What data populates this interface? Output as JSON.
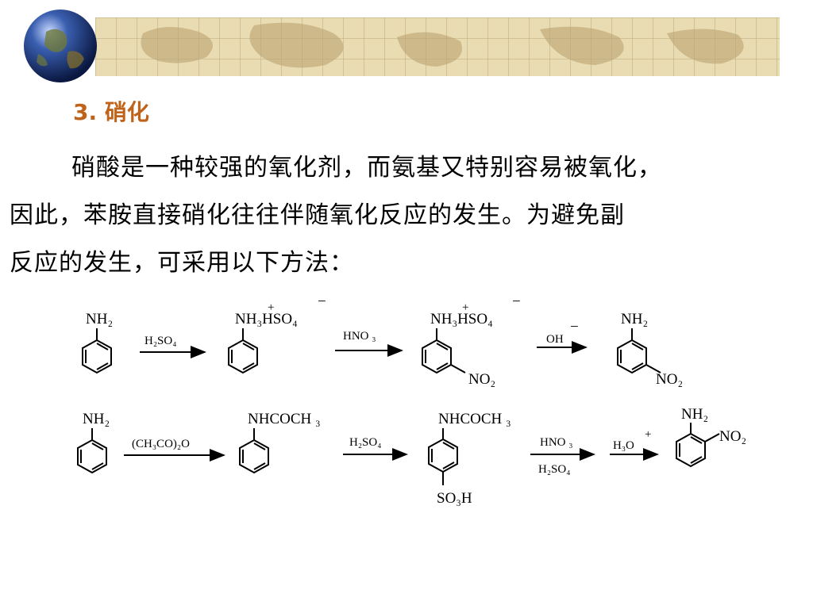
{
  "section": {
    "heading": "3. 硝化"
  },
  "paragraph": {
    "line1": "硝酸是一种较强的氧化剂，而氨基又特别容易被氧化，",
    "line2": "因此，苯胺直接硝化往往伴随氧化反应的发生。为避免副",
    "line3": "反应的发生，可采用以下方法："
  },
  "scheme": {
    "row1": {
      "m1_sub": "NH₂",
      "reagent1": "H₂SO₄",
      "m2_sub": "NH₃HSO₄",
      "m2_plus": "+",
      "m2_minus": "−",
      "reagent2": "HNO ₃",
      "m3_sub": "NH₃HSO₄",
      "m3_plus": "+",
      "m3_minus": "−",
      "m3_meta": "NO₂",
      "reagent3": "OH",
      "reagent3_minus": "−",
      "m4_sub": "NH₂",
      "m4_meta": "NO₂"
    },
    "row2": {
      "m1_sub": "NH₂",
      "reagent1": "(CH₃CO)₂O",
      "m2_sub": "NHCOCH ₃",
      "reagent2": "H₂SO₄",
      "m3_sub": "NHCOCH ₃",
      "m3_para": "SO₃H",
      "reagent3_top": "HNO ₃",
      "reagent3_bottom": "H₂SO₄",
      "reagent4": "H₃O",
      "reagent4_plus": "+",
      "m4_sub": "NH₂",
      "m4_ortho": "NO₂"
    }
  }
}
